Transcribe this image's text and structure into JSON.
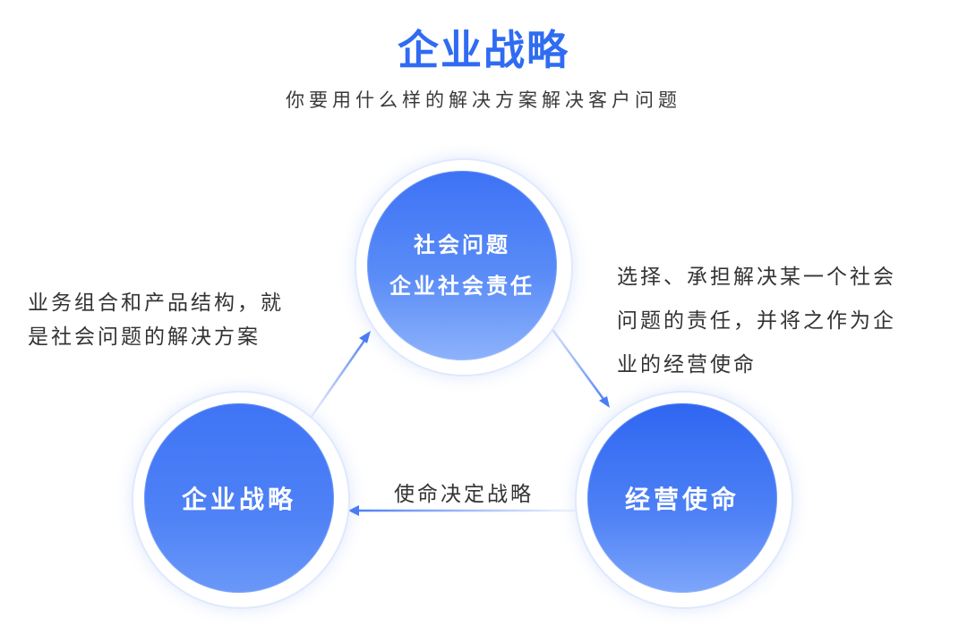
{
  "header": {
    "title": "企业战略",
    "subtitle": "你要用什么样的解决方案解决客户问题"
  },
  "nodes": {
    "top": {
      "line1": "社会问题",
      "line2": "企业社会责任"
    },
    "bottom_left": {
      "label": "企业战略"
    },
    "bottom_right": {
      "label": "经营使命"
    }
  },
  "notes": {
    "left": {
      "line1": "业务组合和产品结构，就",
      "line2": "是社会问题的解决方案"
    },
    "right": {
      "line1": "选择、承担解决某一个社会",
      "line2": "问题的责任，并将之作为企",
      "line3": "业的经营使命"
    }
  },
  "arrows": {
    "bottom_label": "使命决定战略"
  },
  "colors": {
    "title": "#2f6cf2",
    "node_blue": "#3d72f5",
    "arrow": "#4a7cf3"
  }
}
